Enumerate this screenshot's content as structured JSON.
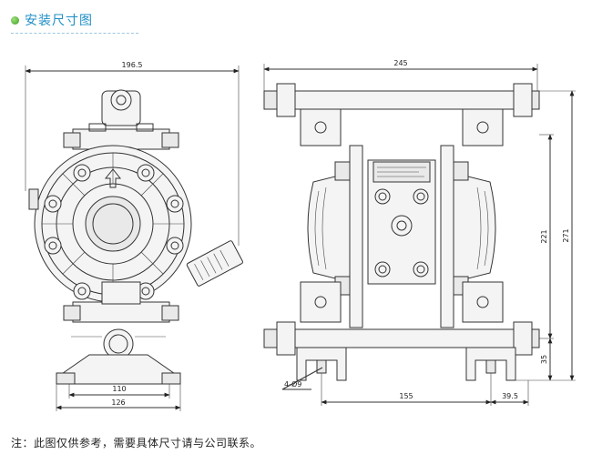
{
  "header": {
    "title": "安装尺寸图",
    "bullet_color": "#4caf30",
    "title_color": "#1f8fc6"
  },
  "front_view": {
    "dim_overall_width": "196.5",
    "dim_bolt_spacing": "110",
    "dim_base_width": "126"
  },
  "side_view": {
    "dim_overall_width": "245",
    "dim_height_inner": "221",
    "dim_height_overall": "271",
    "dim_base_height": "35",
    "dim_hole": "4-Ø9",
    "dim_foot_spacing": "155",
    "dim_foot_offset": "39.5"
  },
  "footer": {
    "note": "注：此图仅供参考，需要具体尺寸请与公司联系。"
  }
}
